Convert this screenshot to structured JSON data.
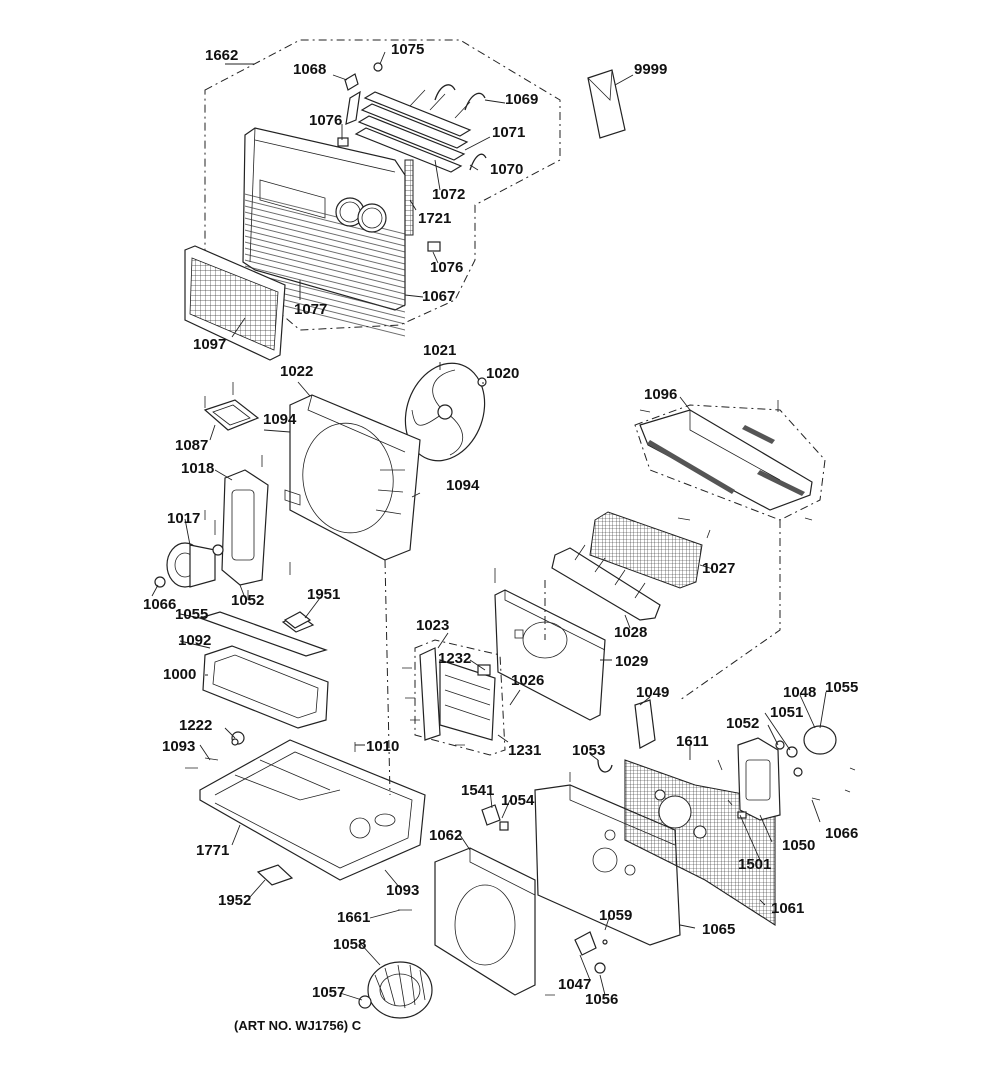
{
  "labels": [
    {
      "id": "1662",
      "text": "1662"
    },
    {
      "id": "1075",
      "text": "1075"
    },
    {
      "id": "1068",
      "text": "1068"
    },
    {
      "id": "9999",
      "text": "9999"
    },
    {
      "id": "1069",
      "text": "1069"
    },
    {
      "id": "1076a",
      "text": "1076"
    },
    {
      "id": "1071",
      "text": "1071"
    },
    {
      "id": "1070",
      "text": "1070"
    },
    {
      "id": "1072",
      "text": "1072"
    },
    {
      "id": "1721",
      "text": "1721"
    },
    {
      "id": "1076b",
      "text": "1076"
    },
    {
      "id": "1067",
      "text": "1067"
    },
    {
      "id": "1077",
      "text": "1077"
    },
    {
      "id": "1097",
      "text": "1097"
    },
    {
      "id": "1021",
      "text": "1021"
    },
    {
      "id": "1020",
      "text": "1020"
    },
    {
      "id": "1022",
      "text": "1022"
    },
    {
      "id": "1096",
      "text": "1096"
    },
    {
      "id": "1094a",
      "text": "1094"
    },
    {
      "id": "1087",
      "text": "1087"
    },
    {
      "id": "1018",
      "text": "1018"
    },
    {
      "id": "1094b",
      "text": "1094"
    },
    {
      "id": "1017",
      "text": "1017"
    },
    {
      "id": "1027",
      "text": "1027"
    },
    {
      "id": "1066a",
      "text": "1066"
    },
    {
      "id": "1052a",
      "text": "1052"
    },
    {
      "id": "1055a",
      "text": "1055"
    },
    {
      "id": "1951",
      "text": "1951"
    },
    {
      "id": "1028",
      "text": "1028"
    },
    {
      "id": "1092",
      "text": "1092"
    },
    {
      "id": "1023",
      "text": "1023"
    },
    {
      "id": "1232",
      "text": "1232"
    },
    {
      "id": "1029",
      "text": "1029"
    },
    {
      "id": "1000",
      "text": "1000"
    },
    {
      "id": "1026",
      "text": "1026"
    },
    {
      "id": "1049",
      "text": "1049"
    },
    {
      "id": "1048",
      "text": "1048"
    },
    {
      "id": "1055b",
      "text": "1055"
    },
    {
      "id": "1222",
      "text": "1222"
    },
    {
      "id": "1052b",
      "text": "1052"
    },
    {
      "id": "1051",
      "text": "1051"
    },
    {
      "id": "1093a",
      "text": "1093"
    },
    {
      "id": "1010",
      "text": "1010"
    },
    {
      "id": "1231",
      "text": "1231"
    },
    {
      "id": "1053",
      "text": "1053"
    },
    {
      "id": "1611",
      "text": "1611"
    },
    {
      "id": "1541",
      "text": "1541"
    },
    {
      "id": "1054",
      "text": "1054"
    },
    {
      "id": "1066b",
      "text": "1066"
    },
    {
      "id": "1062",
      "text": "1062"
    },
    {
      "id": "1050",
      "text": "1050"
    },
    {
      "id": "1771",
      "text": "1771"
    },
    {
      "id": "1501",
      "text": "1501"
    },
    {
      "id": "1093b",
      "text": "1093"
    },
    {
      "id": "1952",
      "text": "1952"
    },
    {
      "id": "1061",
      "text": "1061"
    },
    {
      "id": "1059",
      "text": "1059"
    },
    {
      "id": "1661",
      "text": "1661"
    },
    {
      "id": "1065",
      "text": "1065"
    },
    {
      "id": "1058",
      "text": "1058"
    },
    {
      "id": "1047",
      "text": "1047"
    },
    {
      "id": "1057",
      "text": "1057"
    },
    {
      "id": "1056",
      "text": "1056"
    }
  ],
  "caption": "(ART NO. WJ1756) C"
}
